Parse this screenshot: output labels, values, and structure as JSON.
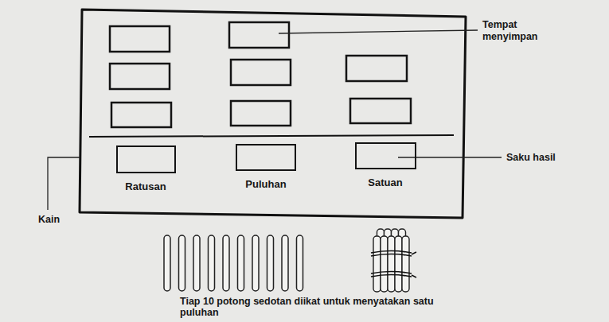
{
  "diagram": {
    "caption": "Tiap 10 potong sedotan diikat untuk menyatakan satu puluhan",
    "nodes": [
      {
        "text": [
          "Ratusan"
        ]
      },
      {
        "text": [
          "Puluhan"
        ]
      },
      {
        "text": [
          "Satuan"
        ]
      }
    ],
    "labels": [
      "Tempat menyimpan",
      "Saku hasil",
      "Kain"
    ]
  }
}
